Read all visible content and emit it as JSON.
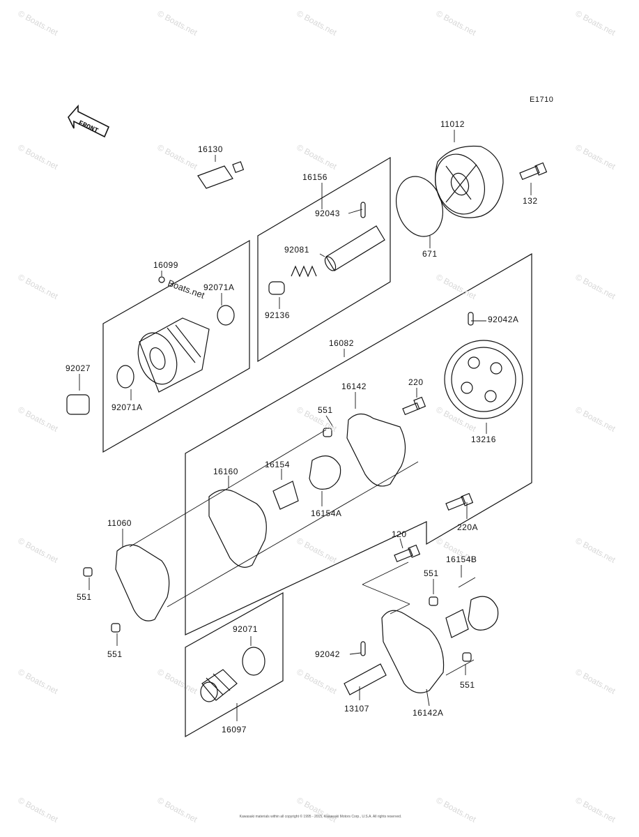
{
  "diagram_code": "E1710",
  "front_label": "FRONT",
  "watermark": "© Boats.net",
  "inline_watermark": "Boats.net",
  "copyright": "Kawasaki materials within all copyright © 1995 - 2015, Kawasaki Motors Corp., U.S.A. All rights reserved.",
  "parts": {
    "p11012": "11012",
    "p132": "132",
    "p671": "671",
    "p16130": "16130",
    "p16156": "16156",
    "p92043": "92043",
    "p92081": "92081",
    "p92136": "92136",
    "p16099": "16099",
    "p92071A_top": "92071A",
    "p92027": "92027",
    "p92071A_bottom": "92071A",
    "p16082": "16082",
    "p92042A": "92042A",
    "p13216": "13216",
    "p220": "220",
    "p16142": "16142",
    "p551_a": "551",
    "p16154": "16154",
    "p16154A": "16154A",
    "p16160": "16160",
    "p11060": "11060",
    "p551_b": "551",
    "p551_c": "551",
    "p220A": "220A",
    "p120": "120",
    "p16154B": "16154B",
    "p551_d": "551",
    "p551_e": "551",
    "p92071": "92071",
    "p16097": "16097",
    "p92042": "92042",
    "p13107": "13107",
    "p16142A": "16142A"
  }
}
